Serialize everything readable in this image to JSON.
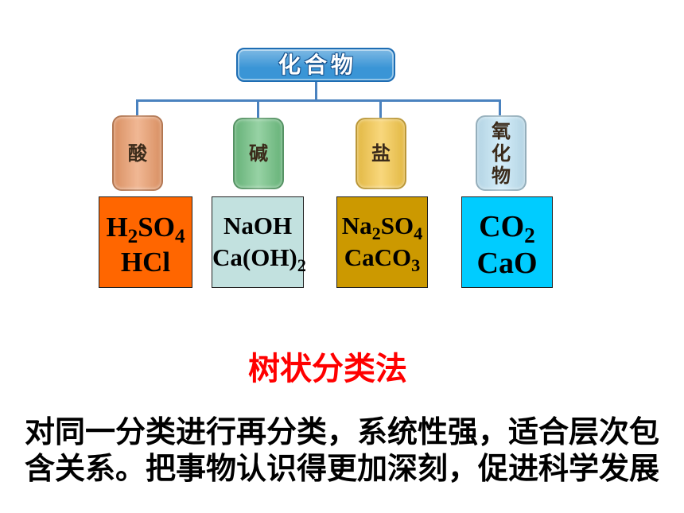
{
  "root": {
    "label": "化合物",
    "color": "#3a95d6"
  },
  "categories": [
    {
      "label": "酸",
      "color": "#eb9c6b",
      "box_color": "#ff6600",
      "formulas": [
        [
          {
            "text": "H"
          },
          {
            "text": "2",
            "sub": true
          },
          {
            "text": "SO"
          },
          {
            "text": "4",
            "sub": true
          }
        ],
        [
          {
            "text": "HCl"
          }
        ]
      ]
    },
    {
      "label": "碱",
      "color": "#6fc182",
      "box_color": "#c2e1df",
      "formulas": [
        [
          {
            "text": "NaOH"
          }
        ],
        [
          {
            "text": "Ca(OH)"
          },
          {
            "text": "2",
            "sub": true
          }
        ]
      ]
    },
    {
      "label": "盐",
      "color": "#f6c84a",
      "box_color": "#cc9900",
      "formulas": [
        [
          {
            "text": "Na"
          },
          {
            "text": "2",
            "sub": true
          },
          {
            "text": "SO"
          },
          {
            "text": "4",
            "sub": true
          }
        ],
        [
          {
            "text": "CaCO"
          },
          {
            "text": "3",
            "sub": true
          }
        ]
      ]
    },
    {
      "label": "氧化物",
      "color": "#c3e6f7",
      "box_color": "#00ccff",
      "formulas": [
        [
          {
            "text": "CO"
          },
          {
            "text": "2",
            "sub": true
          }
        ],
        [
          {
            "text": "CaO"
          }
        ]
      ]
    }
  ],
  "method_title": "树状分类法",
  "description_lines": [
    "对同一分类进行再分类，系统性强，适合层次包",
    "含关系。把事物认识得更加深刻，促进科学发展"
  ]
}
